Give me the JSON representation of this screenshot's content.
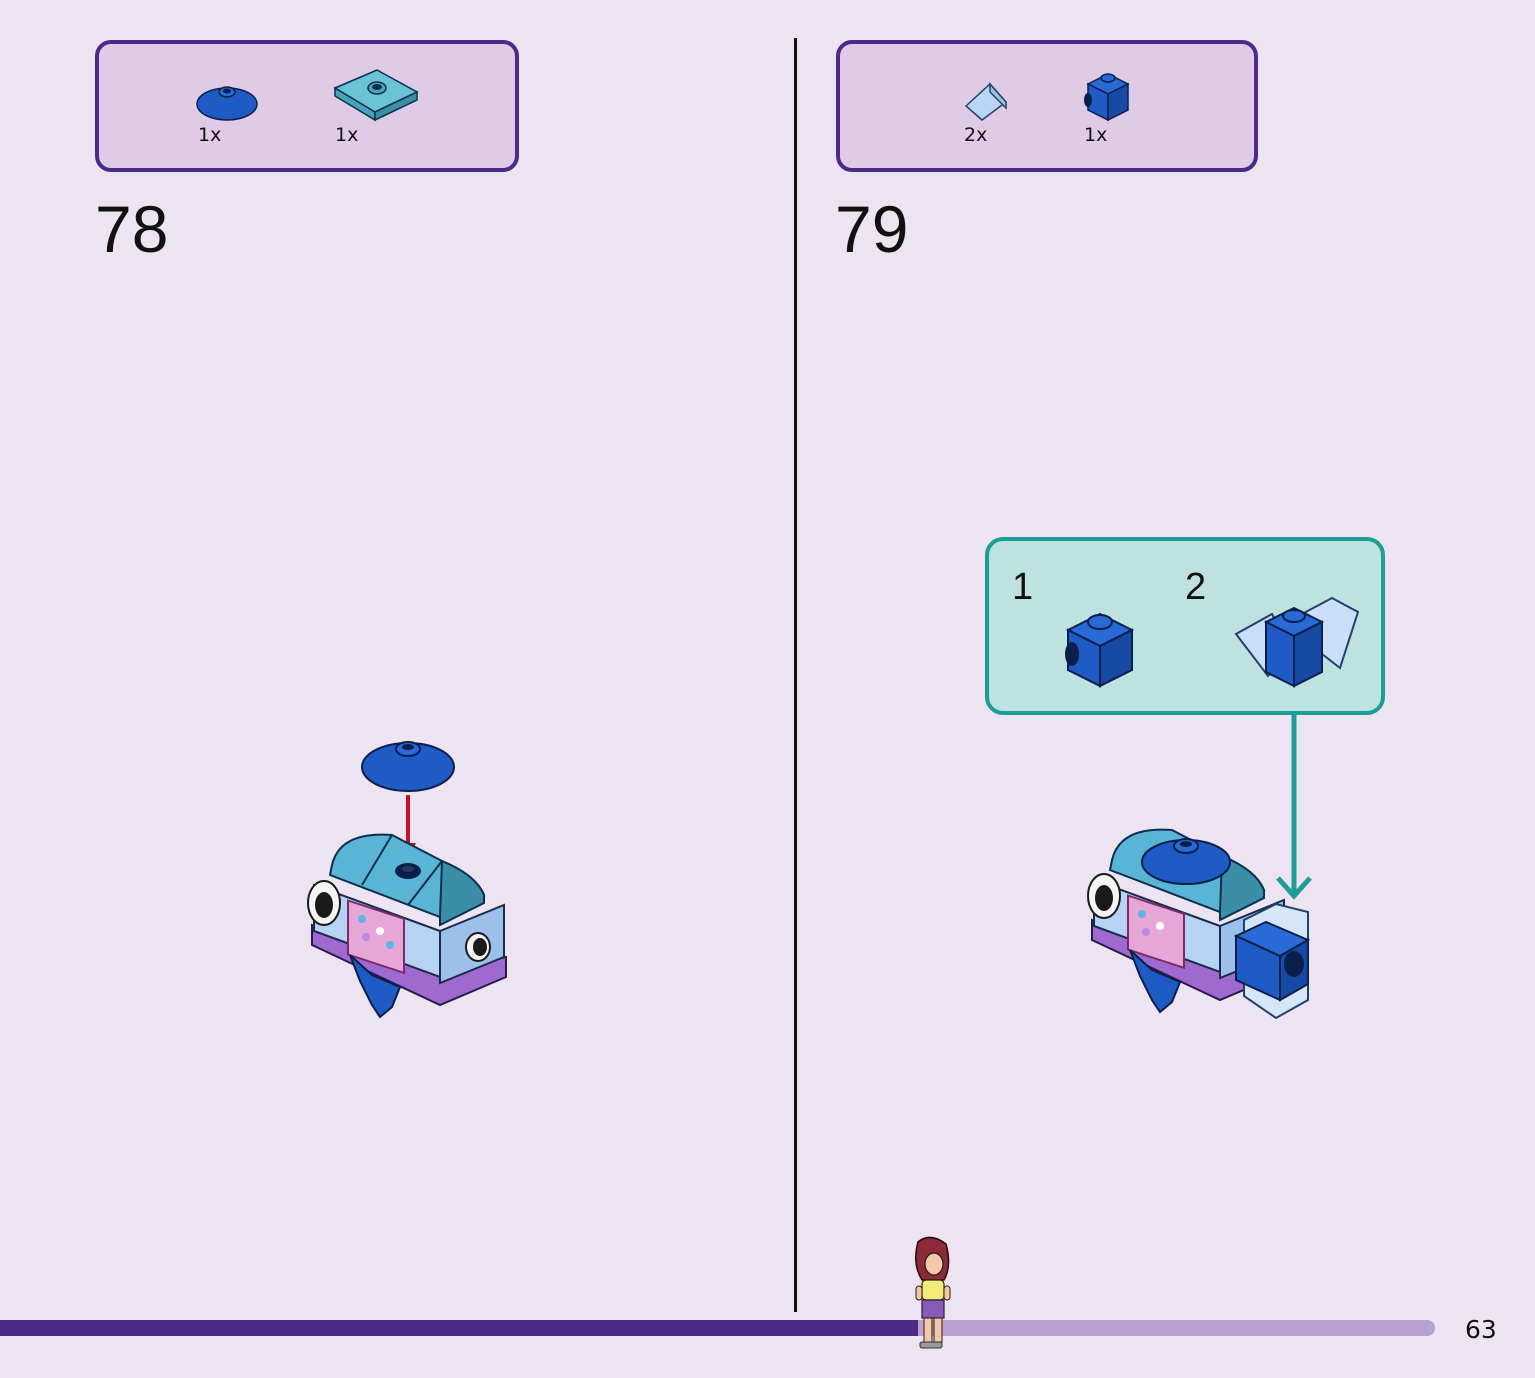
{
  "steps": [
    {
      "number": "78",
      "parts": [
        {
          "icon": "blue-round-dish-piece",
          "qty": "1x"
        },
        {
          "icon": "light-blue-tile-with-stud-piece",
          "qty": "1x"
        }
      ]
    },
    {
      "number": "79",
      "parts": [
        {
          "icon": "pale-blue-slope-piece",
          "qty": "2x"
        },
        {
          "icon": "blue-brick-with-side-stud-piece",
          "qty": "1x"
        }
      ],
      "substeps": [
        {
          "number": "1",
          "icon": "blue-brick-subassembly"
        },
        {
          "number": "2",
          "icon": "brick-with-slopes-subassembly"
        }
      ]
    }
  ],
  "progress": 0.64,
  "page_number": "63",
  "colors": {
    "background": "#ece4f1",
    "parts_box_border": "#4d2a8a",
    "parts_box_fill": "#dfcbe5",
    "substep_border": "#1c9e96",
    "substep_fill": "#bde2e0",
    "arrow_red": "#c8102e",
    "progress_filled": "#4d2a8a",
    "progress_track": "#b8a1d0"
  }
}
